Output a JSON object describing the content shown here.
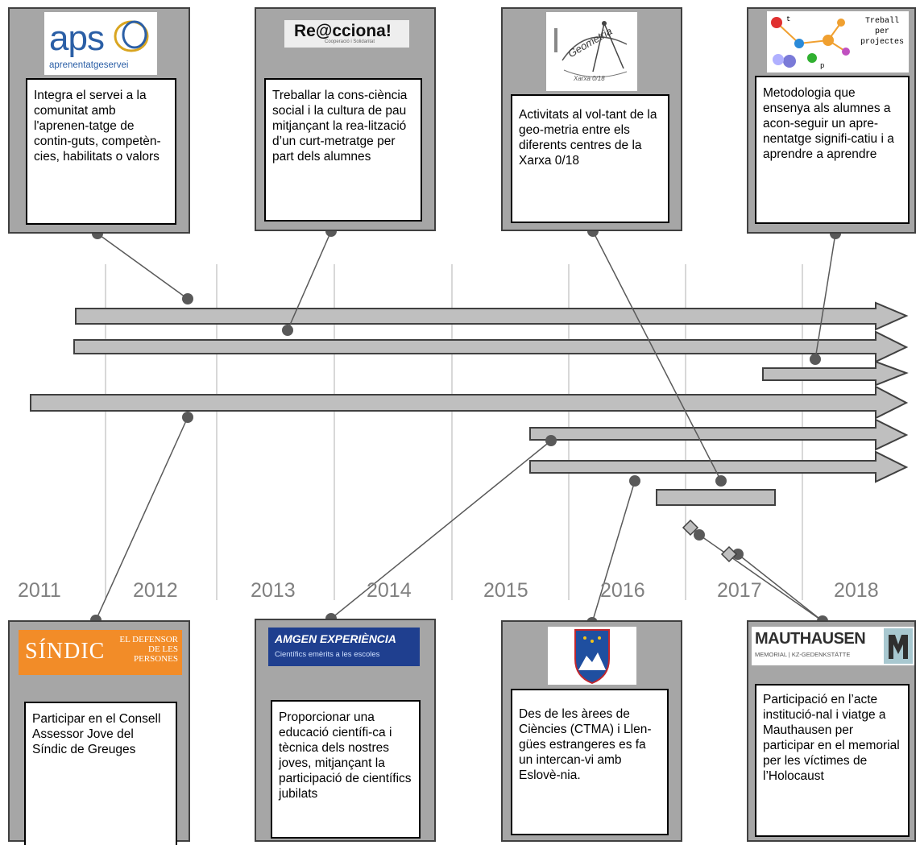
{
  "years": [
    "2011",
    "2012",
    "2013",
    "2014",
    "2015",
    "2016",
    "2017",
    "2018"
  ],
  "top_cards": [
    {
      "logo": "aps",
      "logo_sub": "aprenentatgeservei",
      "text": "Integra el servei a la comunitat amb l'aprenen-tatge de contin-guts, competèn-cies, habilitats o valors"
    },
    {
      "logo": "Re@cciona!",
      "logo_sub": "Cooperació i Solidaritat",
      "text": "Treballar la cons-ciència social i la cultura de pau mitjançant la rea-lització d’un curt-metratge per part dels alumnes"
    },
    {
      "logo": "Geometria",
      "logo_sub": "Xarxa 0/18",
      "text": "Activitats al vol-tant de la geo-metria entre els diferents centres de la Xarxa 0/18"
    },
    {
      "logo": "Treball per projectes",
      "logo_sub": "",
      "text": "Metodologia que ensenya als alumnes a acon-seguir un apre-nentatge signifi-catiu i a aprendre a aprendre"
    }
  ],
  "bottom_cards": [
    {
      "logo": "SÍNDIC",
      "logo_sub": "EL DEFENSOR DE LES PERSONES",
      "text": "Participar en el Consell Assessor Jove del Síndic de Greuges"
    },
    {
      "logo": "AMGEN EXPERIÈNCIA",
      "logo_sub": "Científics emèrits a les escoles",
      "text": "Proporcionar una educació científi-ca i tècnica dels nostres joves, mitjançant la participació de científics jubilats"
    },
    {
      "logo": "Eslovènia",
      "logo_sub": "",
      "text": "Des de les àrees de Ciències (CTMA) i Llen-gües estrangeres es fa un intercan-vi amb Eslovè-nia."
    },
    {
      "logo": "MAUTHAUSEN",
      "logo_sub": "MEMORIAL | KZ-GEDENKSTÄTTE",
      "text": "Participació en l’acte institució-nal i viatge a Mauthausen per participar en el memorial per les víctimes de l’Holocaust"
    }
  ],
  "colors": {
    "panel": "#a6a6a6",
    "bar": "#bfbfbf",
    "stroke": "#404040",
    "year": "#808080",
    "sindic": "#f28c28",
    "amgen": "#1f3f8f",
    "aps": "#2b5fa6"
  }
}
